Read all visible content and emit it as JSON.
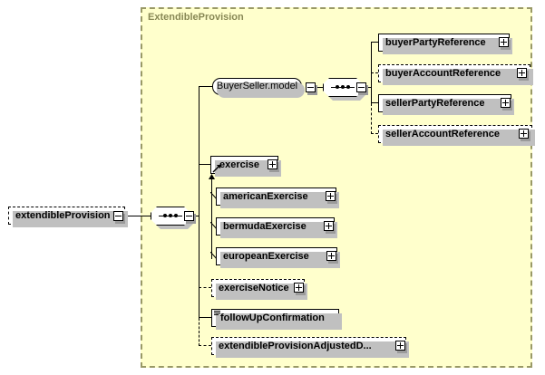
{
  "diagram": {
    "type": "xml-schema-element-diagram",
    "root": {
      "name": "extendibleProvision",
      "occurrence": "required",
      "toggle": "minus",
      "toggle_label": "collapse"
    },
    "group_panel": {
      "label": "ExtendibleProvision",
      "border_color": "#999966",
      "fill_color": "#ffffcc",
      "label_color": "#888855"
    },
    "sequence_connector": {
      "name": "sequence",
      "glyph": "sequence-icon",
      "toggle": "minus"
    },
    "branches": [
      {
        "id": "buyerseller-model",
        "name": "BuyerSeller.model",
        "kind": "model-group",
        "occurrence": "required",
        "toggle": "minus",
        "children_connector": {
          "name": "sequence",
          "glyph": "sequence-icon",
          "toggle": "minus"
        },
        "children": [
          {
            "name": "buyerPartyReference",
            "occurrence": "required",
            "toggle": "plus"
          },
          {
            "name": "buyerAccountReference",
            "occurrence": "optional",
            "toggle": "plus"
          },
          {
            "name": "sellerPartyReference",
            "occurrence": "required",
            "toggle": "plus"
          },
          {
            "name": "sellerAccountReference",
            "occurrence": "optional",
            "toggle": "plus"
          }
        ]
      },
      {
        "id": "exercise",
        "name": "exercise",
        "kind": "element",
        "occurrence": "required",
        "toggle": "plus",
        "substitution_head": true,
        "substitutions": [
          {
            "name": "americanExercise",
            "occurrence": "required",
            "toggle": "plus"
          },
          {
            "name": "bermudaExercise",
            "occurrence": "required",
            "toggle": "plus"
          },
          {
            "name": "europeanExercise",
            "occurrence": "required",
            "toggle": "plus"
          }
        ]
      },
      {
        "id": "exercise-notice",
        "name": "exerciseNotice",
        "kind": "element",
        "occurrence": "optional",
        "toggle": "plus"
      },
      {
        "id": "follow-up-confirmation",
        "name": "followUpConfirmation",
        "kind": "element",
        "occurrence": "required",
        "toggle": "none",
        "simple_type": true
      },
      {
        "id": "extendible-provision-adjusted",
        "name": "extendibleProvisionAdjustedD...",
        "kind": "element",
        "occurrence": "optional",
        "toggle": "plus"
      }
    ]
  }
}
